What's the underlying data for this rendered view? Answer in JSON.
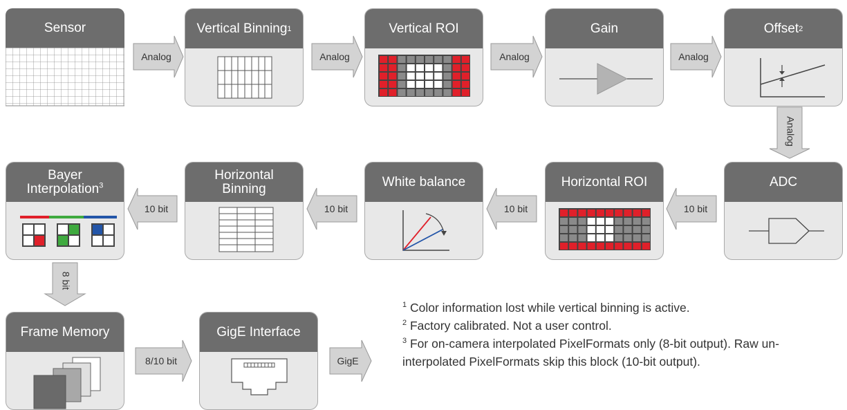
{
  "blocks": {
    "sensor": {
      "title": "Sensor"
    },
    "vbin": {
      "title": "Vertical Binning",
      "sup": "1"
    },
    "vroi": {
      "title": "Vertical ROI"
    },
    "gain": {
      "title": "Gain"
    },
    "offset": {
      "title": "Offset",
      "sup": "2"
    },
    "adc": {
      "title": "ADC"
    },
    "hroi": {
      "title": "Horizontal ROI"
    },
    "wb": {
      "title": "White balance"
    },
    "hbin": {
      "title_line1": "Horizontal",
      "title_line2": "Binning"
    },
    "bayer": {
      "title_line1": "Bayer",
      "title_line2": "Interpolation",
      "sup": "3"
    },
    "frame": {
      "title": "Frame Memory"
    },
    "gige": {
      "title": "GigE Interface"
    }
  },
  "arrows": {
    "a1": "Analog",
    "a2": "Analog",
    "a3": "Analog",
    "a4": "Analog",
    "a5": "Analog",
    "b1": "10 bit",
    "b2": "10 bit",
    "b3": "10 bit",
    "b4": "10 bit",
    "c1": "8 bit",
    "d1": "8/10 bit",
    "d2": "GigE"
  },
  "footnotes": {
    "n1_num": "1",
    "n1_text": " Color information lost while vertical binning is active.",
    "n2_num": "2",
    "n2_text": " Factory calibrated. Not a user control.",
    "n3_num": "3",
    "n3_text": " For on-camera interpolated PixelFormats only (8-bit output). Raw un-interpolated PixelFormats skip this block (10-bit output)."
  },
  "colors": {
    "header": "#6d6d6d",
    "block_fill": "#e8e8e8",
    "arrow_fill": "#d3d3d3",
    "roi_red": "#e0202a",
    "bayer_green": "#3faa3f",
    "bayer_blue": "#2355a8"
  }
}
